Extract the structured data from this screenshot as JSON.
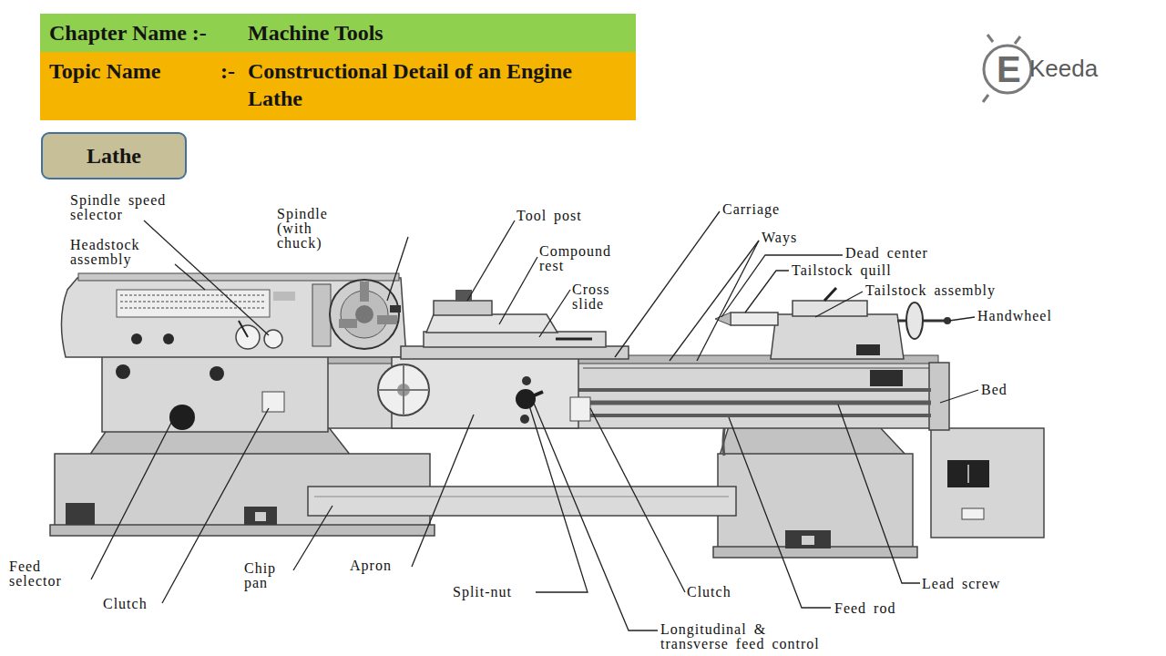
{
  "diagram": {
    "nodes": [
      {
        "text": [
          "Chapter Name :-",
          "Machine Tools"
        ]
      },
      {
        "text": [
          "Topic Name",
          ":-",
          "Constructional Detail of an Engine Lathe"
        ]
      },
      {
        "text": [
          "Lathe"
        ]
      }
    ],
    "labels": [
      "Spindle speed selector",
      "Headstock assembly",
      "Spindle (with chuck)",
      "Tool post",
      "Compound rest",
      "Cross slide",
      "Carriage",
      "Ways",
      "Dead center",
      "Tailstock quill",
      "Tailstock assembly",
      "Handwheel",
      "Bed",
      "Feed selector",
      "Chip pan",
      "Apron",
      "Split-nut",
      "Longitudinal & transverse feed control",
      "Clutch",
      "Clutch",
      "Lead screw",
      "Feed rod",
      "E",
      "Keeda"
    ]
  }
}
